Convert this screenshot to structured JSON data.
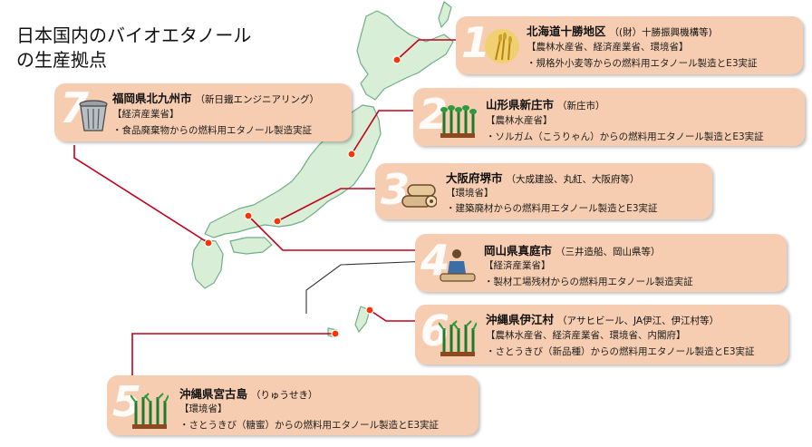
{
  "title": {
    "line1": "日本国内のバイオエタノール",
    "line2": "の生産拠点"
  },
  "sites": [
    {
      "number": "1",
      "place": "北海道十勝地区",
      "org": "（(財）十勝振興機構等)",
      "ministry": "【農林水産省、経済産業省、環境省】",
      "desc": "・規格外小麦等からの燃料用エタノール製造とE3実証",
      "icon": "wheat-icon"
    },
    {
      "number": "2",
      "place": "山形県新庄市",
      "org": "（新庄市）",
      "ministry": "【農林水産省】",
      "desc": "・ソルガム（こうりゃん）からの燃料用エタノール製造とE3実証",
      "icon": "sorghum-icon"
    },
    {
      "number": "3",
      "place": "大阪府堺市",
      "org": "（大成建設、丸紅、大阪府等）",
      "ministry": "【環境省】",
      "desc": "・建築廃材からの燃料用エタノール製造とE3実証",
      "icon": "timber-icon"
    },
    {
      "number": "4",
      "place": "岡山県真庭市",
      "org": "（三井造船、岡山県等）",
      "ministry": "【経済産業省】",
      "desc": "・製材工場残材からの燃料用エタノール製造実証",
      "icon": "sawmill-icon"
    },
    {
      "number": "5",
      "place": "沖縄県宮古島",
      "org": "（りゅうせき）",
      "ministry": "【環境省】",
      "desc": "・さとうきび（糖蜜）からの燃料用エタノール製造とE3実証",
      "icon": "sugarcane-icon"
    },
    {
      "number": "6",
      "place": "沖縄県伊江村",
      "org": "（アサヒビール、JA伊江、伊江村等）",
      "ministry": "【農林水産省、経済産業省、環境省、内閣府】",
      "desc": "・さとうきび（新品種）からの燃料用エタノール製造とE3実証",
      "icon": "sugarcane-icon"
    },
    {
      "number": "7",
      "place": "福岡県北九州市",
      "org": "（新日鐵エンジニアリング）",
      "ministry": "【経済産業省】",
      "desc": "・食品廃棄物からの燃料用エタノール製造実証",
      "icon": "trash-can-icon"
    }
  ],
  "colors": {
    "map_fill": "#d8eed6",
    "map_stroke": "#6fae86",
    "leader": "#c4001a",
    "panel": "#f6cdb0",
    "dot": "#ff3300"
  }
}
